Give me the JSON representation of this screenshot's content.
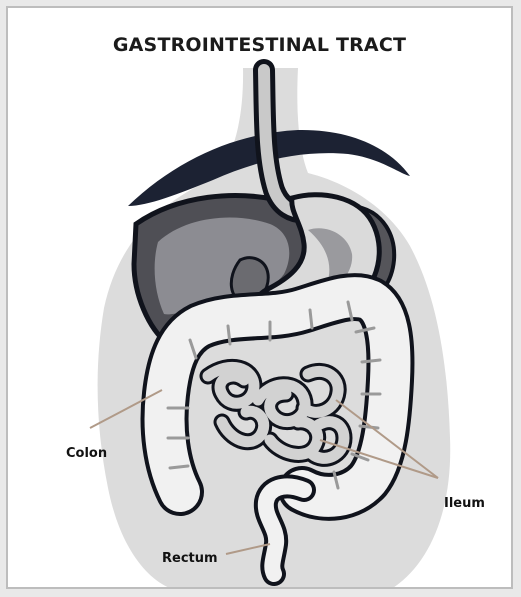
{
  "diagram": {
    "title": "GASTROINTESTINAL TRACT",
    "labels": {
      "colon": "Colon",
      "ileum": "Ileum",
      "rectum": "Rectum"
    }
  }
}
